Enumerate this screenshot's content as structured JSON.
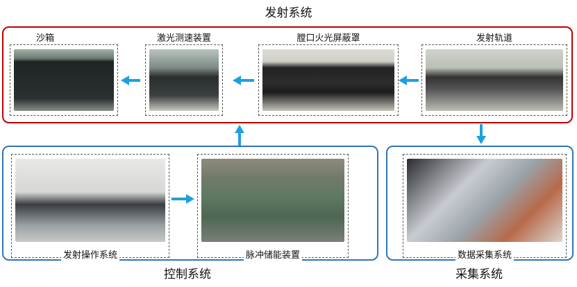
{
  "launch_system": {
    "title": "发射系统",
    "components": [
      {
        "label": "沙箱"
      },
      {
        "label": "激光测速装置"
      },
      {
        "label": "膛口火光屏蔽罩"
      },
      {
        "label": "发射轨道"
      }
    ]
  },
  "control_system": {
    "title": "控制系统",
    "components": [
      {
        "label": "发射操作系统"
      },
      {
        "label": "脉冲储能装置"
      }
    ]
  },
  "acquisition_system": {
    "title": "采集系统",
    "components": [
      {
        "label": "数据采集系统"
      }
    ]
  },
  "colors": {
    "launch": "#c00000",
    "control": "#2e75b6",
    "arrow": "#1f9fe0"
  }
}
